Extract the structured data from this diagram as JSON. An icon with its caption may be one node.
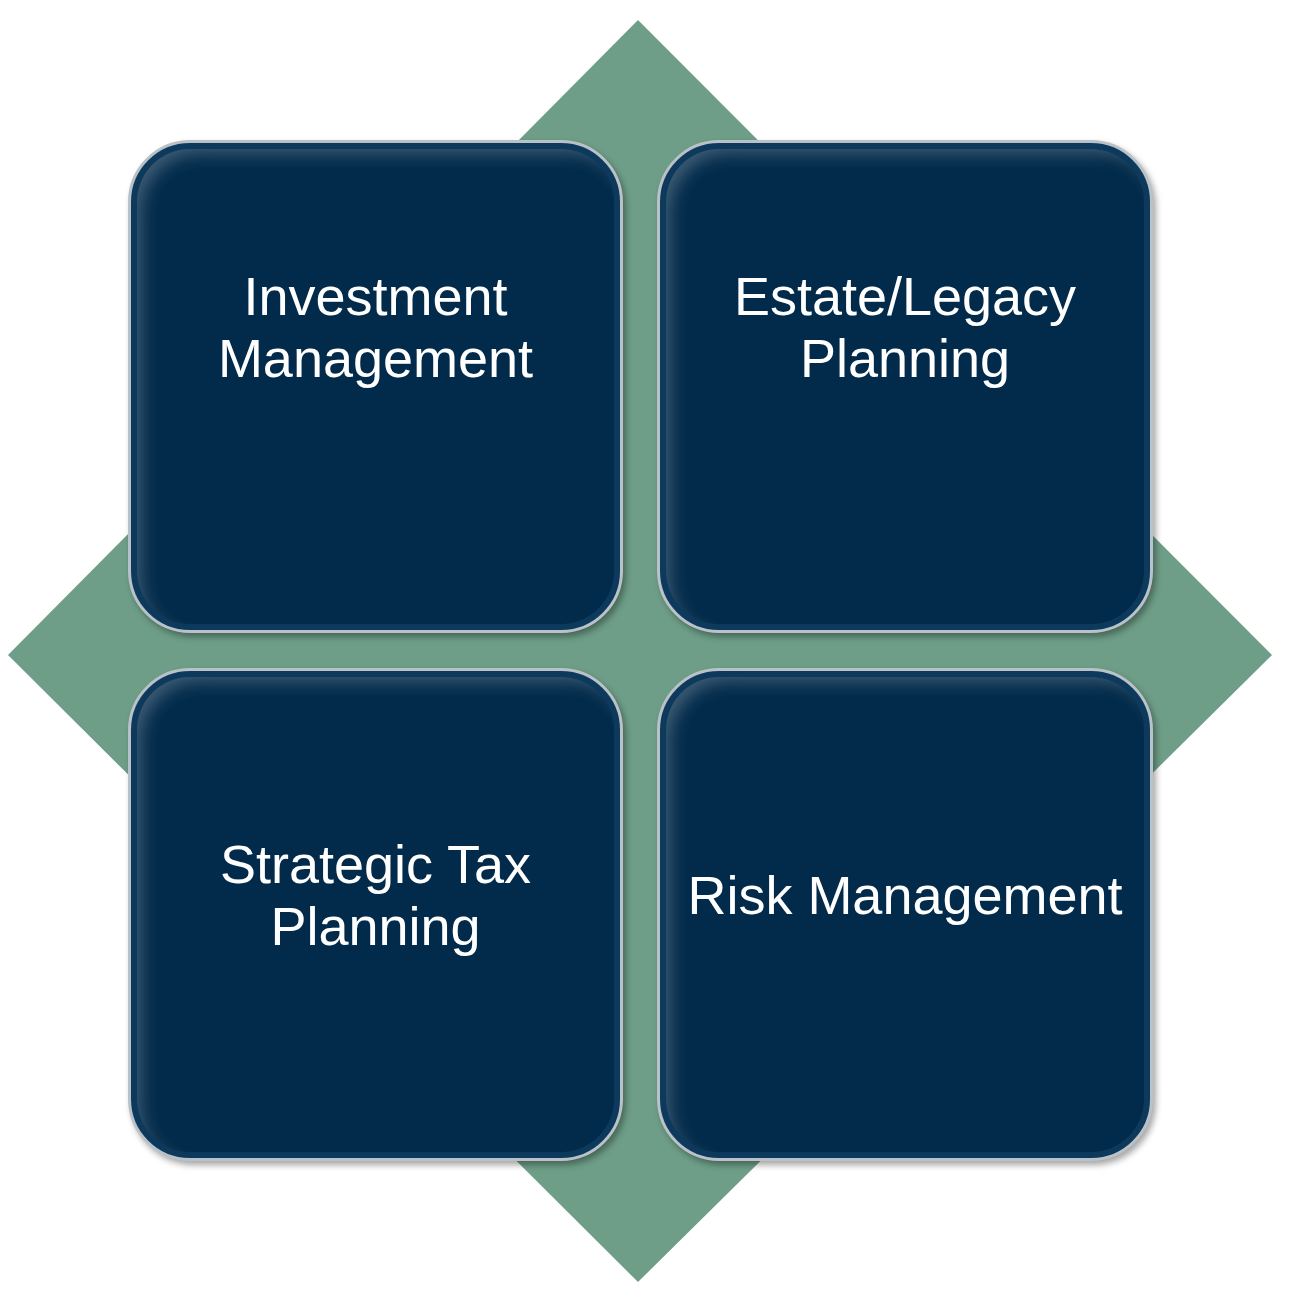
{
  "diagram": {
    "nodes": [
      {
        "text": [
          "Investment Management"
        ]
      },
      {
        "text": [
          "Estate/Legacy Planning"
        ]
      },
      {
        "text": [
          "Strategic Tax Planning"
        ]
      },
      {
        "text": [
          "Risk Management"
        ]
      }
    ]
  }
}
